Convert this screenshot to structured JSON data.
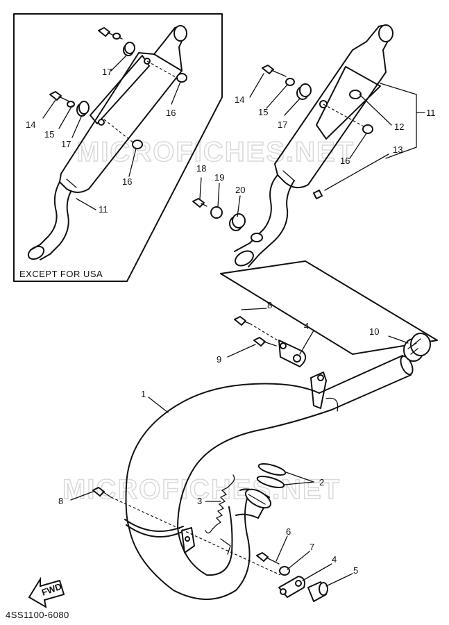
{
  "inset_caption": "EXCEPT FOR USA",
  "part_code": "4SS1100-6080",
  "watermark": "MICROFICHES.NET",
  "fwd_label": "FWD",
  "callouts": {
    "c1": "1",
    "c2": "2",
    "c3": "3",
    "c4a": "4",
    "c4b": "4",
    "c5": "5",
    "c6": "6",
    "c7": "7",
    "c8a": "8",
    "c8b": "8",
    "c9": "9",
    "c10": "10",
    "c11a": "11",
    "c11b": "11",
    "c12": "12",
    "c13": "13",
    "c14a": "14",
    "c14b": "14",
    "c15a": "15",
    "c15b": "15",
    "c16a": "16",
    "c16b": "16",
    "c16c": "16",
    "c17a": "17",
    "c17b": "17",
    "c17c": "17",
    "c18": "18",
    "c19": "19",
    "c20": "20"
  }
}
